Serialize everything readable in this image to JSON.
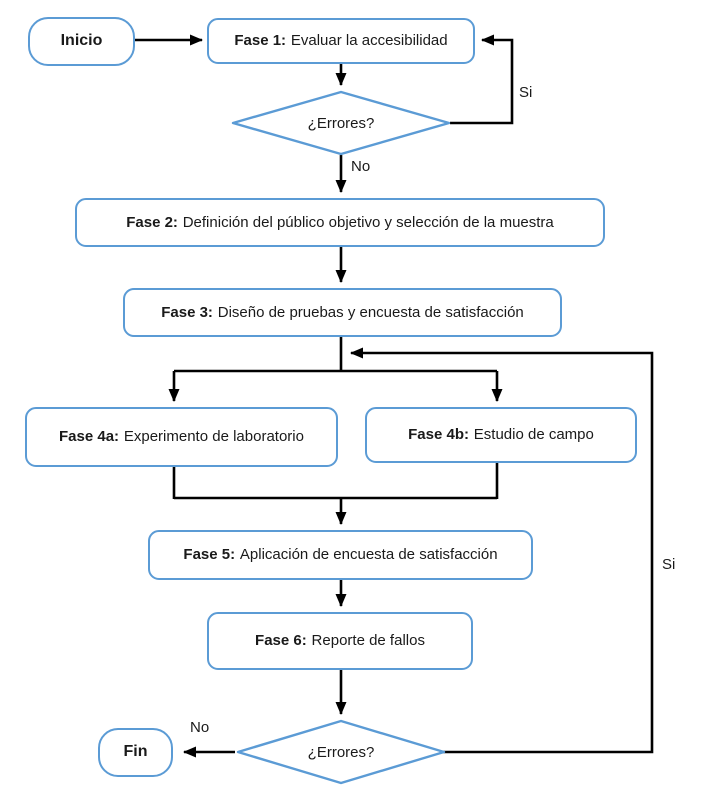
{
  "diagram": {
    "type": "flowchart",
    "colors": {
      "node_border": "#5B9BD5",
      "connector": "#000000",
      "text": "#1a1a1a",
      "background": "#ffffff"
    },
    "nodes": {
      "inicio": {
        "label": "Inicio"
      },
      "fase1": {
        "bold": "Fase 1:",
        "rest": "Evaluar la accesibilidad"
      },
      "decision1": {
        "label": "¿Errores?"
      },
      "fase2": {
        "bold": "Fase 2:",
        "rest": "Definición del público objetivo y selección de la muestra"
      },
      "fase3": {
        "bold": "Fase 3:",
        "rest": "Diseño de pruebas y encuesta de satisfacción"
      },
      "fase4a": {
        "bold": "Fase 4a:",
        "rest": "Experimento de laboratorio"
      },
      "fase4b": {
        "bold": "Fase 4b:",
        "rest": "Estudio de campo"
      },
      "fase5": {
        "bold": "Fase 5:",
        "rest": "Aplicación de encuesta de satisfacción"
      },
      "fase6": {
        "bold": "Fase 6:",
        "rest": "Reporte de fallos"
      },
      "decision2": {
        "label": "¿Errores?"
      },
      "fin": {
        "label": "Fin"
      }
    },
    "edge_labels": {
      "decision1_si": "Si",
      "decision1_no": "No",
      "decision2_si": "Si",
      "decision2_no": "No"
    }
  }
}
